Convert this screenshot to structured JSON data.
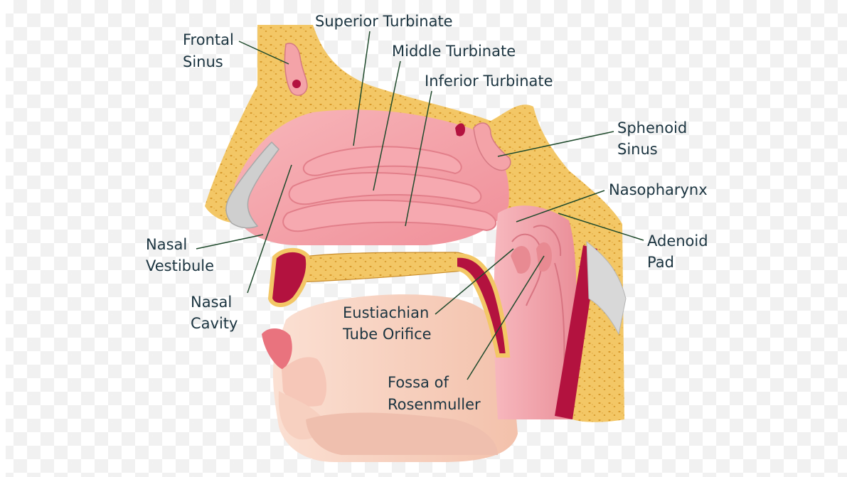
{
  "labels": {
    "superior_turbinate": "Superior Turbinate",
    "middle_turbinate": "Middle Turbinate",
    "inferior_turbinate": "Inferior Turbinate",
    "frontal_sinus": [
      "Frontal",
      "Sinus"
    ],
    "sphenoid_sinus": [
      "Sphenoid",
      "Sinus"
    ],
    "nasopharynx": "Nasopharynx",
    "adenoid_pad": [
      "Adenoid",
      "Pad"
    ],
    "nasal_vestibule": [
      "Nasal",
      "Vestibule"
    ],
    "nasal_cavity": [
      "Nasal",
      "Cavity"
    ],
    "eustachian_tube_orifice": [
      "Eustiachian",
      "Tube Orifice"
    ],
    "fossa_of_rosenmuller": [
      "Fossa of",
      "Rosenmuller"
    ]
  },
  "colors": {
    "bone": "#f3c766",
    "bone_dots": "#d89a2c",
    "mucosa": "#f5aeb3",
    "mucosa_dark": "#e88a92",
    "skin": "#f7d2c2",
    "crimson": "#b3123f",
    "cartilage": "#cfcfcf",
    "text": "#1b3440",
    "leader": "#1f4a2c"
  }
}
